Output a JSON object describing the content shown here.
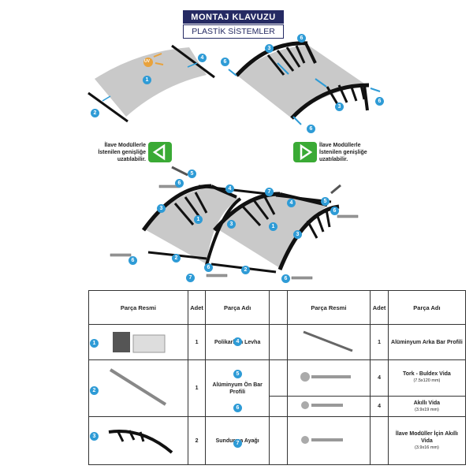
{
  "header": {
    "title": "MONTAJ KLAVUZU",
    "subtitle": "PLASTİK SİSTEMLER"
  },
  "notes": {
    "left": [
      "İlave Modüllerle",
      "İstenilen genişliğe",
      "uzatılabilir."
    ],
    "right": [
      "İlave Modüllerle",
      "İstenilen genişliğe",
      "uzatılabilir."
    ]
  },
  "uv_label": "UV",
  "callouts": {
    "c1": "1",
    "c2": "2",
    "c3": "3",
    "c4": "4",
    "c5": "5",
    "c6": "6",
    "c7": "7"
  },
  "table": {
    "headers": {
      "image": "Parça Resmi",
      "qty": "Adet",
      "name": "Parça Adı"
    },
    "rows_left": [
      {
        "num": "1",
        "qty": "1",
        "name": "Polikarbon Levha"
      },
      {
        "num": "2",
        "qty": "1",
        "name": "Alüminyum Ön Bar Profili"
      },
      {
        "num": "3",
        "qty": "2",
        "name": "Sundurma Ayağı"
      }
    ],
    "rows_right": [
      {
        "num": "4",
        "qty": "1",
        "name": "Alüminyum Arka Bar Profili",
        "spec": ""
      },
      {
        "num": "5",
        "qty": "4",
        "name": "Tork - Buldex Vida",
        "spec": "(7.5x120 mm)"
      },
      {
        "num": "6",
        "qty": "4",
        "name": "Akıllı Vida",
        "spec": "(3.9x19 mm)"
      },
      {
        "num": "7",
        "qty": "",
        "name": "İlave Modüller İçin Akıllı Vida",
        "spec": "(3.9x16 mm)"
      }
    ]
  },
  "colors": {
    "accent": "#2e9bd6",
    "navy": "#252a63",
    "green": "#3aaa35",
    "panel": "#c9c9c9"
  }
}
